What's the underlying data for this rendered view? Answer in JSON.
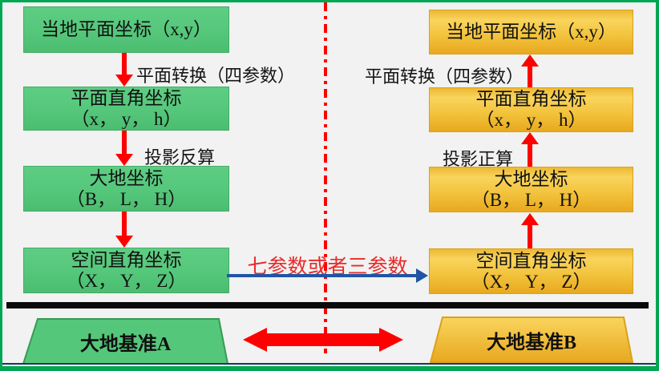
{
  "left_flow": {
    "datum_label": "大地基准A",
    "boxes": [
      {
        "line1": "当地平面坐标（x,y）",
        "line2": ""
      },
      {
        "line1": "平面直角坐标",
        "line2": "（x， y， h）"
      },
      {
        "line1": "大地坐标",
        "line2": "（B， L， H）"
      },
      {
        "line1": "空间直角坐标",
        "line2": "（X， Y， Z）"
      }
    ],
    "arrow_labels": [
      "平面转换（四参数）",
      "投影反算"
    ]
  },
  "right_flow": {
    "datum_label": "大地基准B",
    "boxes": [
      {
        "line1": "当地平面坐标（x,y）",
        "line2": ""
      },
      {
        "line1": "平面直角坐标",
        "line2": "（x， y， h）"
      },
      {
        "line1": "大地坐标",
        "line2": "（B， L， H）"
      },
      {
        "line1": "空间直角坐标",
        "line2": "（X， Y， Z）"
      }
    ],
    "arrow_labels": [
      "平面转换（四参数）",
      "投影正算"
    ]
  },
  "center": {
    "cross_datum_label": "七参数或者三参数"
  },
  "colors": {
    "green_box_fill": "#55C77B",
    "green_box_border": "#43AD66",
    "gold_box_fill_top": "#F9D45D",
    "gold_box_fill_bottom": "#E8A81F",
    "gold_box_border": "#D9A21B",
    "arrow_red": "#FE0000",
    "cross_arrow_blue": "#2155A4",
    "cross_label_red": "#E92A2A",
    "frame_green": "#00A651",
    "separator_black": "#0A0A0A",
    "bottom_line_navy": "#17365D",
    "background_gray": "#F1F2F1"
  }
}
